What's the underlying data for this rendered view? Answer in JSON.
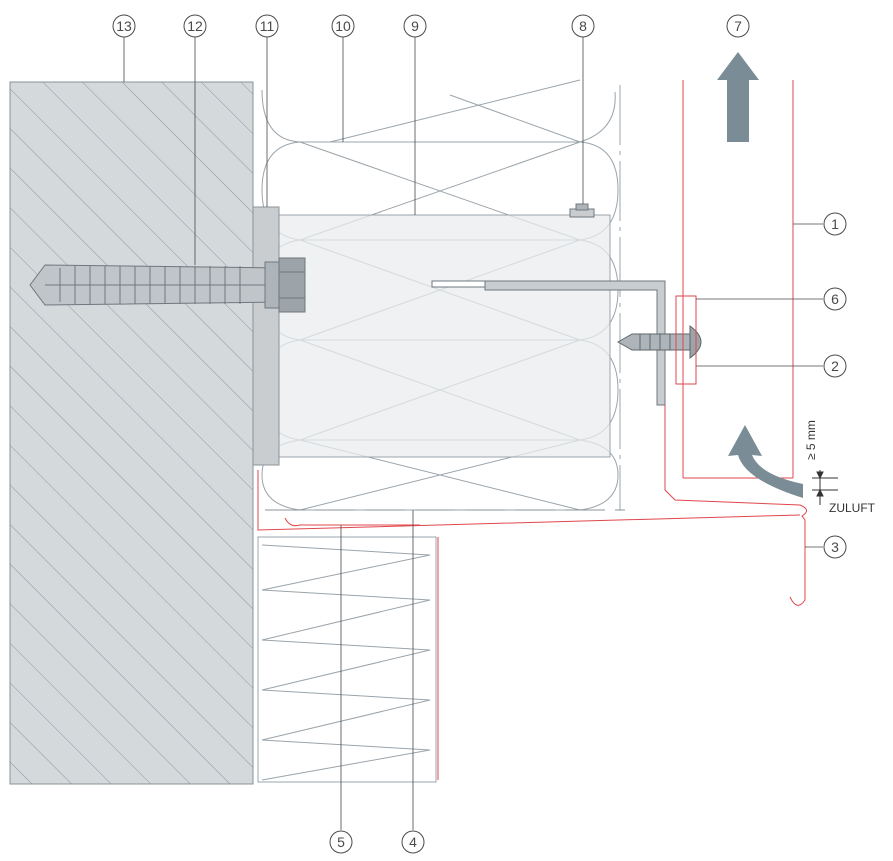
{
  "labels": {
    "l1": "1",
    "l2": "2",
    "l3": "3",
    "l4": "4",
    "l5": "5",
    "l6": "6",
    "l7": "7",
    "l8": "8",
    "l9": "9",
    "l10": "10",
    "l11": "11",
    "l12": "12",
    "l13": "13"
  },
  "dimension_text": "≥ 5 mm",
  "airflow_text": "ZULUFT",
  "colors": {
    "red": "#e0474c",
    "line": "#9aa4ab",
    "arrow": "#7a8c96",
    "wall_fill": "#d4d9dc",
    "insul_fill": "#e9ecee",
    "plate_fill": "#c9cdd0"
  }
}
